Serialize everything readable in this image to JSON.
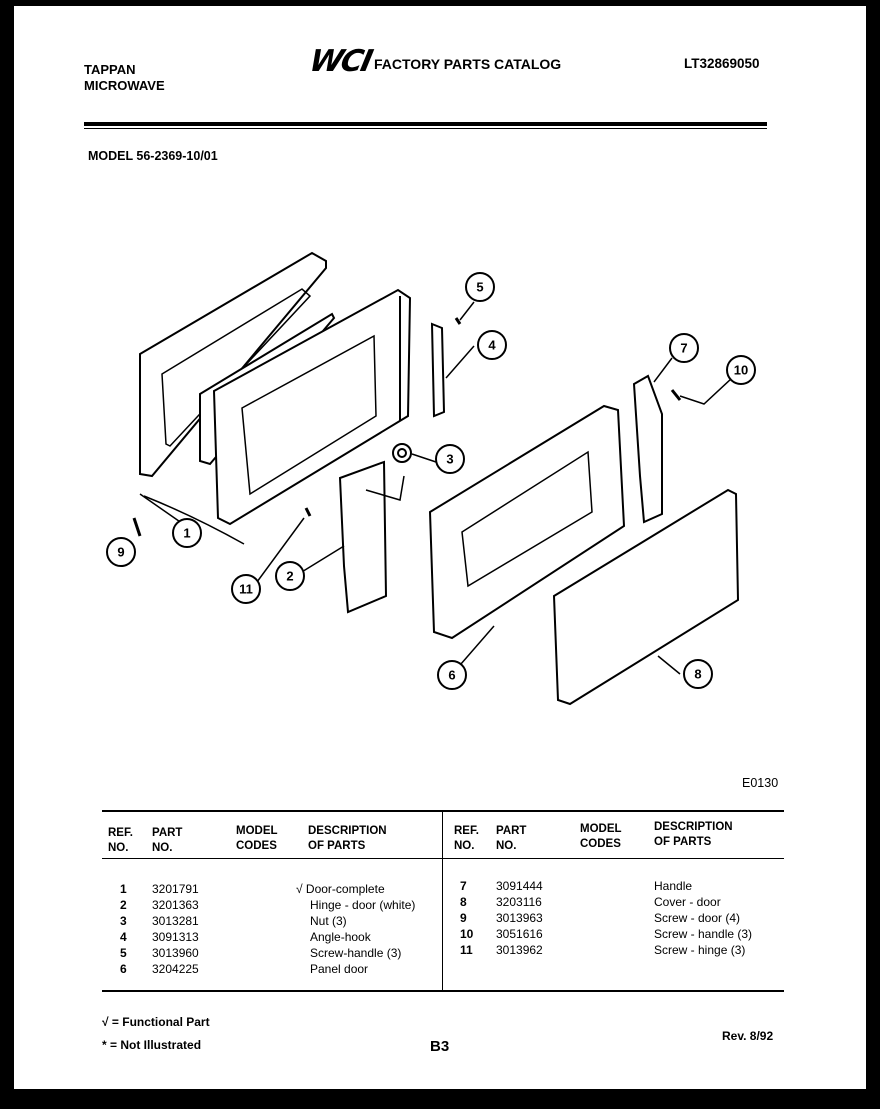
{
  "header": {
    "brand_line1": "TAPPAN",
    "brand_line2": "MICROWAVE",
    "logo_text": "WCI",
    "catalog_title": "FACTORY PARTS CATALOG",
    "catalog_number": "LT32869050",
    "model": "MODEL 56-2369-10/01"
  },
  "diagram": {
    "figure_code": "E0130",
    "callouts": [
      "1",
      "2",
      "3",
      "4",
      "5",
      "6",
      "7",
      "8",
      "9",
      "10",
      "11"
    ]
  },
  "table": {
    "headers": {
      "ref_1": "REF.",
      "ref_2": "NO.",
      "part_1": "PART",
      "part_2": "NO.",
      "model_1": "MODEL",
      "model_2": "CODES",
      "desc_1": "DESCRIPTION",
      "desc_2": "OF PARTS"
    },
    "left_rows": [
      {
        "ref": "1",
        "part": "3201791",
        "desc": "√ Door-complete"
      },
      {
        "ref": "2",
        "part": "3201363",
        "desc": "Hinge - door (white)"
      },
      {
        "ref": "3",
        "part": "3013281",
        "desc": "Nut (3)"
      },
      {
        "ref": "4",
        "part": "3091313",
        "desc": "Angle-hook"
      },
      {
        "ref": "5",
        "part": "3013960",
        "desc": "Screw-handle (3)"
      },
      {
        "ref": "6",
        "part": "3204225",
        "desc": "Panel door"
      }
    ],
    "right_rows": [
      {
        "ref": "7",
        "part": "3091444",
        "desc": "Handle"
      },
      {
        "ref": "8",
        "part": "3203116",
        "desc": "Cover - door"
      },
      {
        "ref": "9",
        "part": "3013963",
        "desc": "Screw - door (4)"
      },
      {
        "ref": "10",
        "part": "3051616",
        "desc": "Screw - handle (3)"
      },
      {
        "ref": "11",
        "part": "3013962",
        "desc": "Screw - hinge (3)"
      }
    ]
  },
  "footer": {
    "legend_functional": "√ = Functional Part",
    "legend_not_illustrated": "* = Not Illustrated",
    "page_code": "B3",
    "revision": "Rev. 8/92"
  }
}
